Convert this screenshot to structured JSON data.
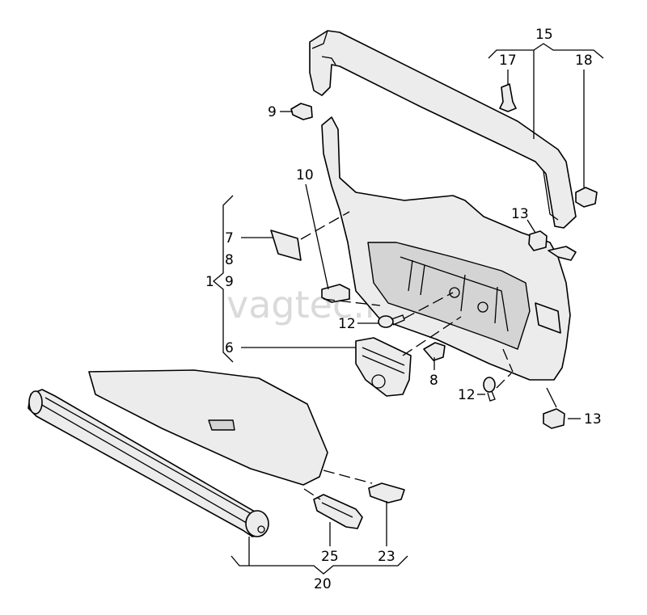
{
  "watermark": "vagtec.ru",
  "callouts": {
    "c1": "1",
    "c6": "6",
    "c7": "7",
    "c8a": "8",
    "c9a": "9",
    "c8b": "8",
    "c9b": "9",
    "c10": "10",
    "c12a": "12",
    "c12b": "12",
    "c13a": "13",
    "c13b": "13",
    "c15": "15",
    "c17": "17",
    "c18": "18",
    "c20": "20",
    "c23": "23",
    "c25": "25"
  }
}
